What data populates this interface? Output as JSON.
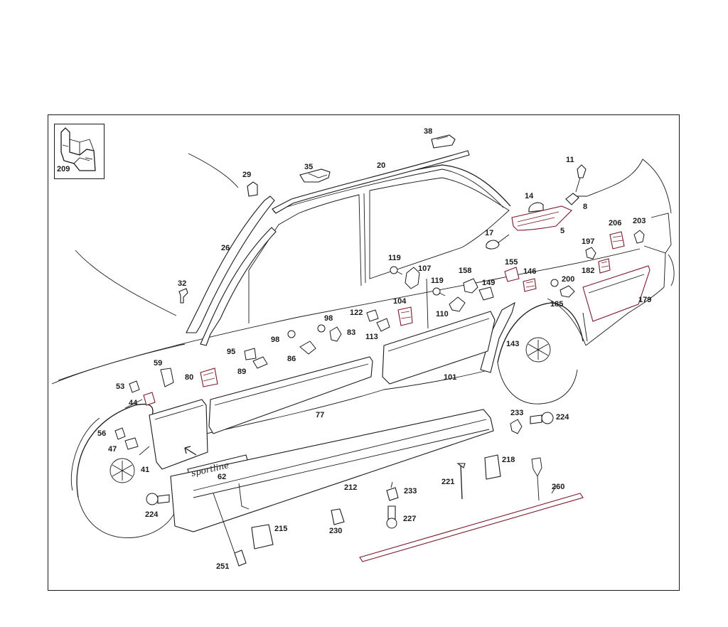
{
  "diagram": {
    "inset_label": "209",
    "badge_text": "sportline",
    "callouts": {
      "c209": "209",
      "c38": "38",
      "c35": "35",
      "c20": "20",
      "c29": "29",
      "c11": "11",
      "c14": "14",
      "c8": "8",
      "c5": "5",
      "c17": "17",
      "c26": "26",
      "c32": "32",
      "c206": "206",
      "c203": "203",
      "c197": "197",
      "c182": "182",
      "c119a": "119",
      "c107": "107",
      "c119b": "119",
      "c158": "158",
      "c155": "155",
      "c146": "146",
      "c200": "200",
      "c149": "149",
      "c185": "185",
      "c179": "179",
      "c110": "110",
      "c104": "104",
      "c122": "122",
      "c98a": "98",
      "c98b": "98",
      "c83": "83",
      "c113": "113",
      "c86": "86",
      "c95": "95",
      "c89": "89",
      "c59": "59",
      "c80": "80",
      "c143": "143",
      "c101": "101",
      "c53": "53",
      "c44": "44",
      "c77": "77",
      "c233a": "233",
      "c224a": "224",
      "c56": "56",
      "c47": "47",
      "c41": "41",
      "c62": "62",
      "c218": "218",
      "c221": "221",
      "c212": "212",
      "c233b": "233",
      "c260": "260",
      "c224b": "224",
      "c227": "227",
      "c230": "230",
      "c215": "215",
      "c251": "251"
    }
  }
}
